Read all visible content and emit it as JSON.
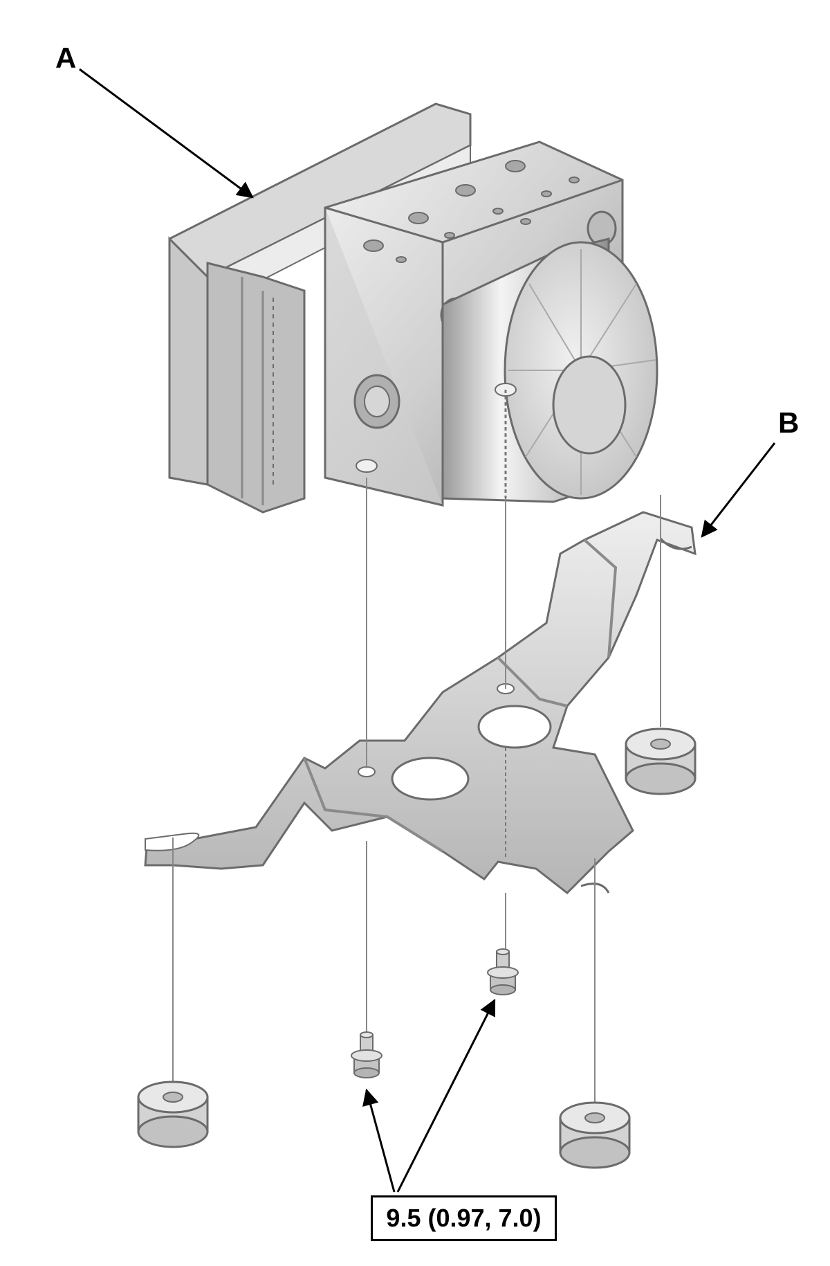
{
  "labels": {
    "part_a": "A",
    "part_b": "B"
  },
  "torque_spec": "9.5 (0.97, 7.0)",
  "colors": {
    "line": "#000000",
    "metal_light": "#e6e6e6",
    "metal_mid": "#bdbdbd",
    "metal_dark": "#8a8a8a",
    "outline": "#6b6b6b"
  }
}
